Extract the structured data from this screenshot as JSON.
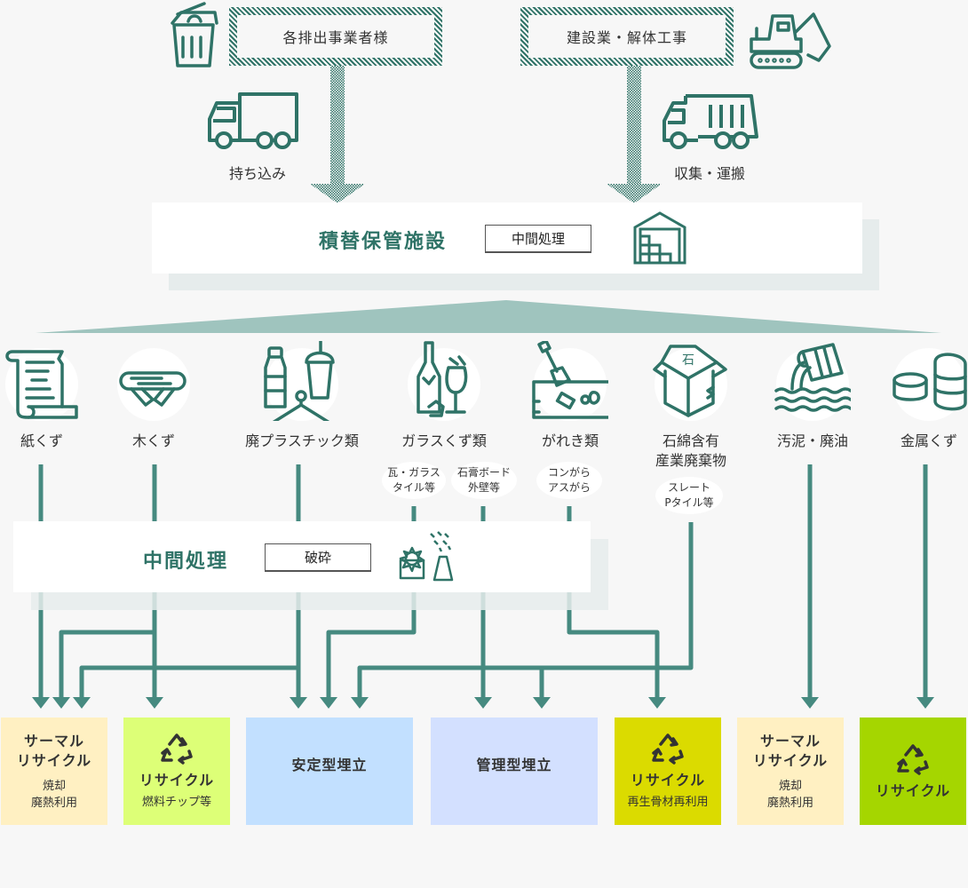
{
  "sources": [
    {
      "label": "各排出事業者様",
      "icon": "trash-can-icon"
    },
    {
      "label": "建設業・解体工事",
      "icon": "excavator-icon"
    }
  ],
  "transport": [
    {
      "label": "持ち込み",
      "icon": "box-truck-icon"
    },
    {
      "label": "収集・運搬",
      "icon": "dump-truck-icon"
    }
  ],
  "storage": {
    "title": "積替保管施設",
    "tag": "中間処理",
    "icon": "warehouse-icon"
  },
  "categories": [
    {
      "name": "紙くず",
      "icon": "paper-scroll-icon"
    },
    {
      "name": "木くず",
      "icon": "wood-log-icon"
    },
    {
      "name": "廃プラスチック類",
      "icon": "plastic-bottle-icon"
    },
    {
      "name": "ガラスくず類",
      "icon": "broken-glass-icon"
    },
    {
      "name": "がれき類",
      "icon": "rubble-shovel-icon"
    },
    {
      "name": "石綿含有\n産業廃棄物",
      "line1": "石綿含有",
      "line2": "産業廃棄物",
      "icon": "asbestos-box-icon"
    },
    {
      "name": "汚泥・廃油",
      "icon": "sludge-drum-icon"
    },
    {
      "name": "金属くず",
      "icon": "metal-cans-icon"
    }
  ],
  "subcategories": [
    {
      "line1": "瓦・ガラス",
      "line2": "タイル等"
    },
    {
      "line1": "石膏ボード",
      "line2": "外壁等"
    },
    {
      "line1": "コンがら",
      "line2": "アスがら"
    },
    {
      "line1": "スレート",
      "line2": "Pタイル等"
    }
  ],
  "intermediate": {
    "title": "中間処理",
    "tag": "破砕",
    "icon": "crusher-icon"
  },
  "destinations": [
    {
      "title1": "サーマル",
      "title2": "リサイクル",
      "sub1": "焼却",
      "sub2": "廃熱利用",
      "color": "#fff0c2",
      "icon": ""
    },
    {
      "title1": "リサイクル",
      "sub1": "燃料チップ等",
      "color": "#ddff77",
      "icon": "recycle-icon"
    },
    {
      "title1": "安定型埋立",
      "color": "#c2e0ff"
    },
    {
      "title1": "管理型埋立",
      "color": "#d3e0ff"
    },
    {
      "title1": "リサイクル",
      "sub1": "再生骨材再利用",
      "color": "#dbdb00",
      "icon": "recycle-icon"
    },
    {
      "title1": "サーマル",
      "title2": "リサイクル",
      "sub1": "焼却",
      "sub2": "廃熱利用",
      "color": "#fff0c2"
    },
    {
      "title1": "リサイクル",
      "color": "#a5d600",
      "icon": "recycle-icon"
    }
  ],
  "colors": {
    "accent": "#2f7367",
    "line": "#468a80",
    "triangle": "#9fc4be",
    "background": "#f7f7f7"
  }
}
